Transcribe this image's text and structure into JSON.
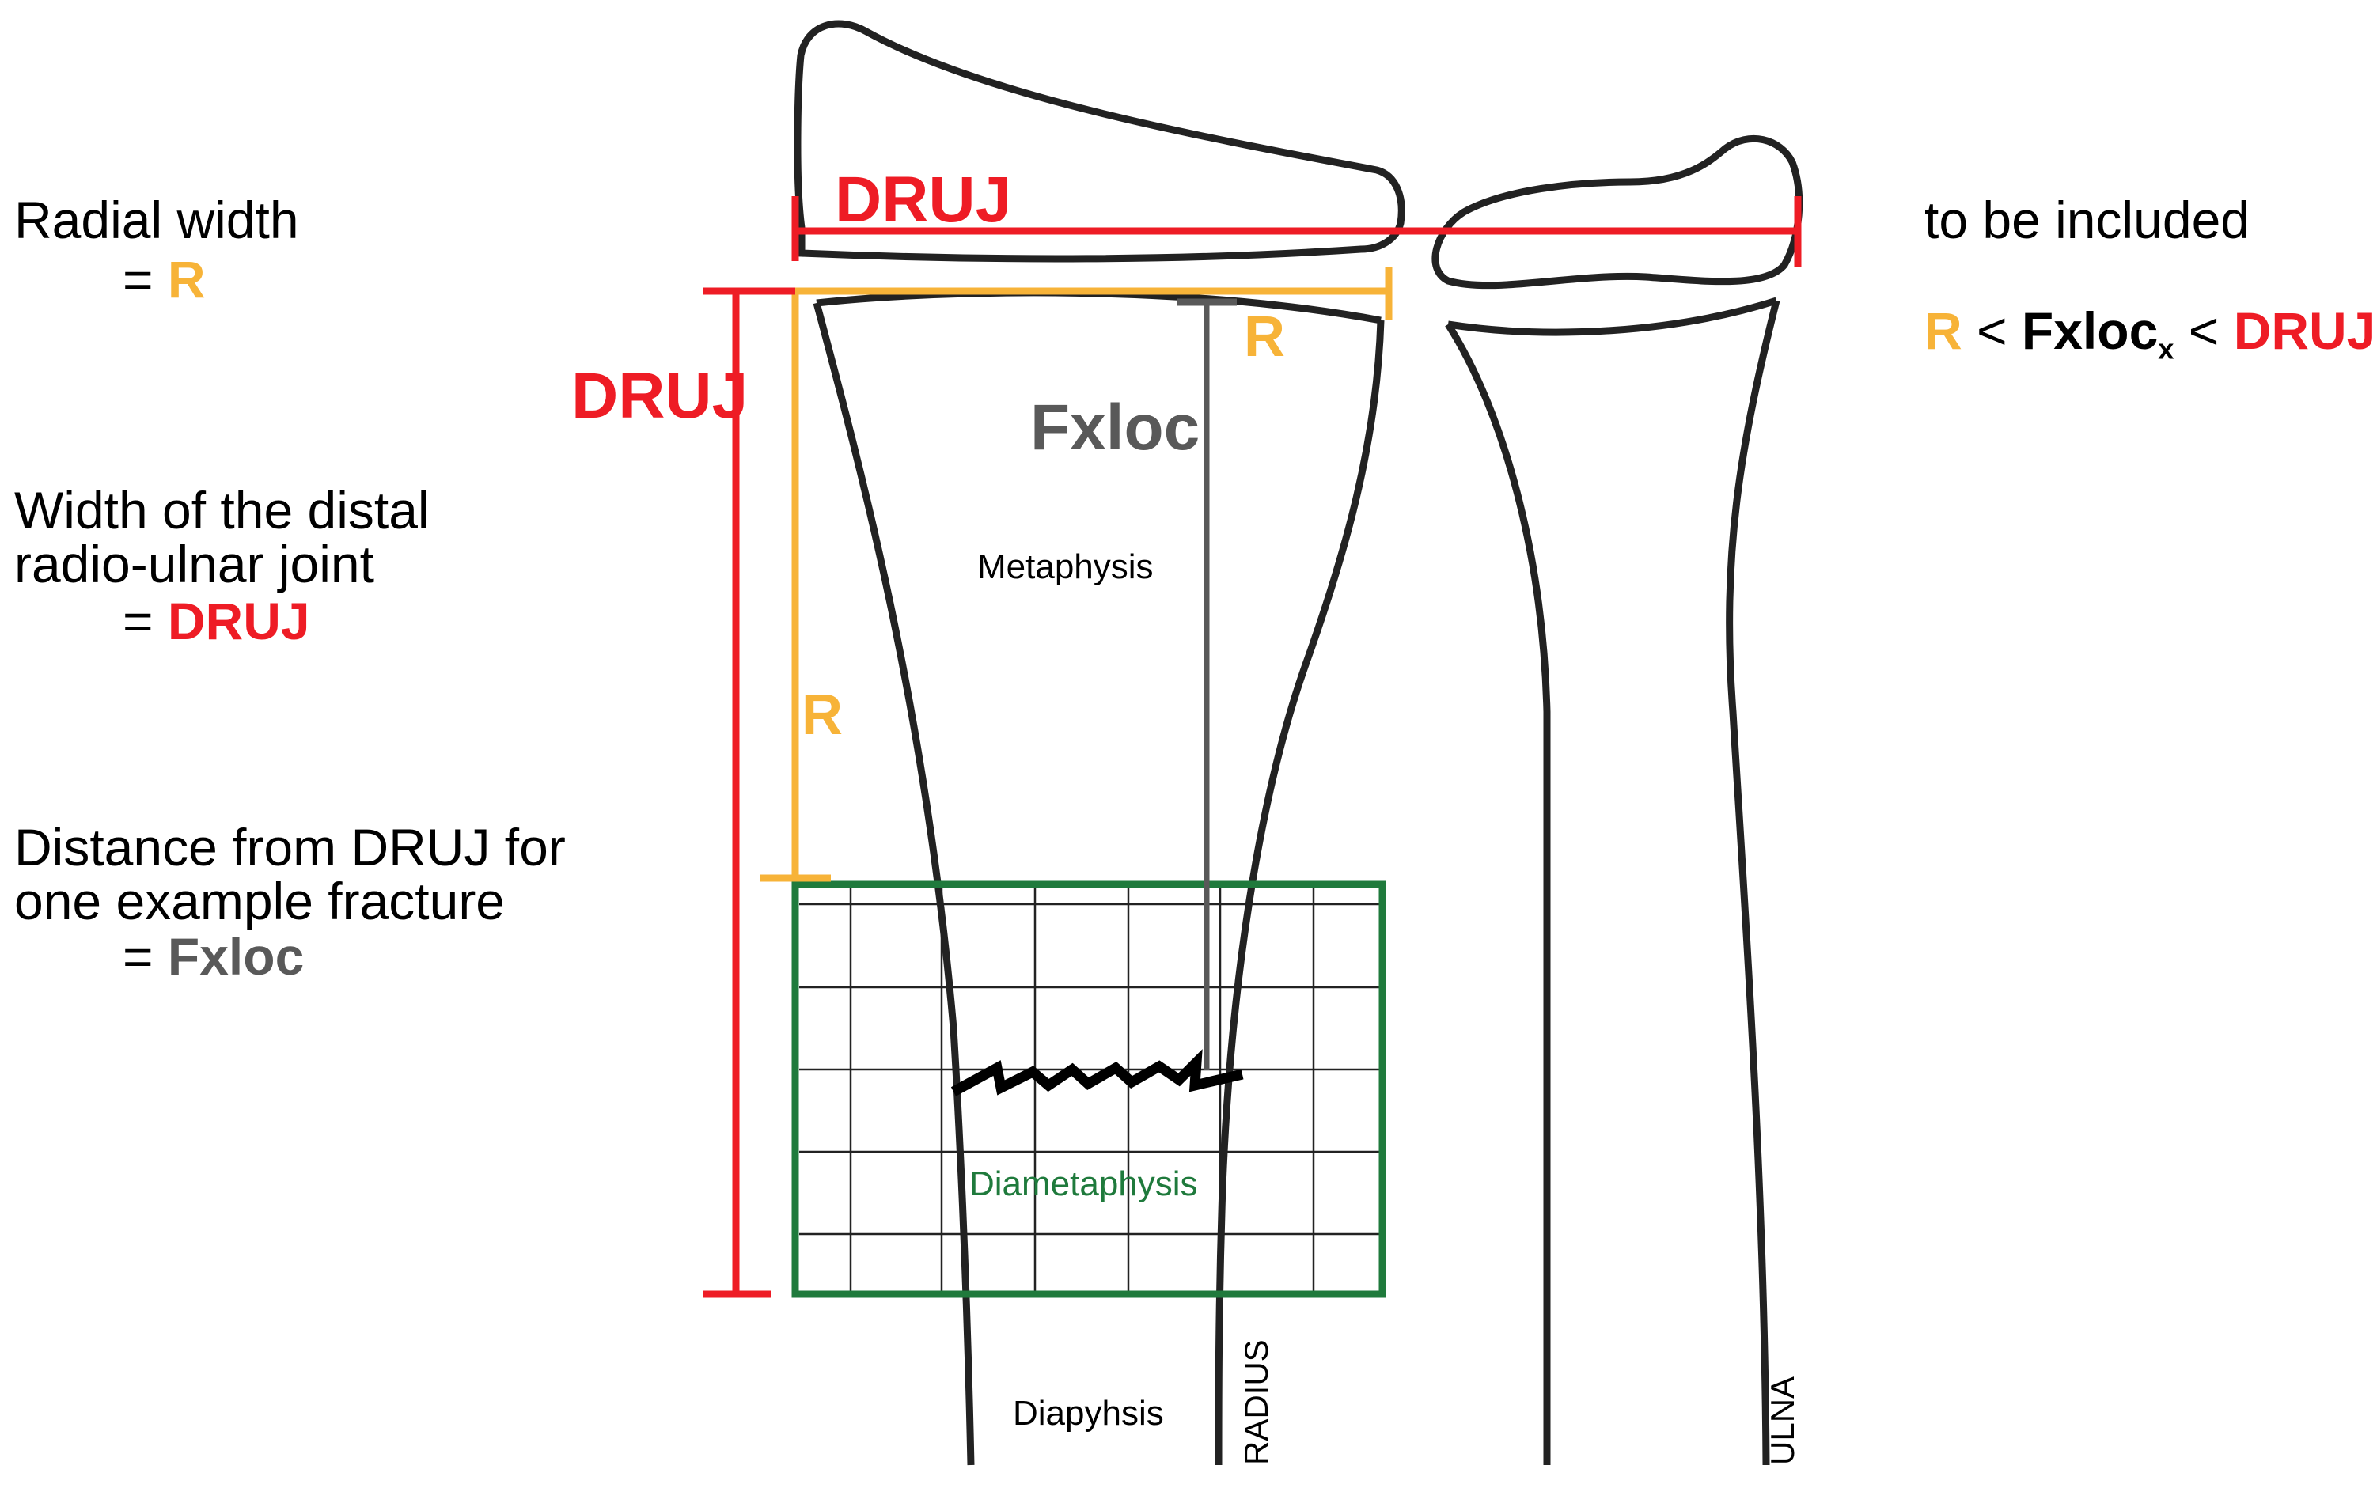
{
  "left_labels": {
    "radial_width": {
      "text": "Radial width",
      "eq": "= ",
      "value": "R"
    },
    "druj_width": {
      "line1": "Width of the distal",
      "line2": "radio-ulnar joint",
      "eq": "= ",
      "value": "DRUJ"
    },
    "fxloc": {
      "line1": "Distance from DRUJ for",
      "line2": "one example fracture",
      "eq": "= ",
      "value": "Fxloc"
    }
  },
  "right_labels": {
    "criterion_title": "to be included",
    "criterion": {
      "r": "R",
      "lt1": " < ",
      "fx": "Fxloc",
      "sub": "x",
      "lt2": " < ",
      "druj": "DRUJ"
    }
  },
  "diagram": {
    "top_druj": "DRUJ",
    "side_druj": "DRUJ",
    "top_r": "R",
    "side_r": "R",
    "fxloc": "Fxloc",
    "metaphysis": "Metaphysis",
    "diametaphysis": "Diametaphysis",
    "diaphysis": "Diapyhsis",
    "radius": "RADIUS",
    "ulna": "ULNA"
  },
  "colors": {
    "druj": "#ee1c25",
    "r": "#f7b338",
    "fxloc": "#595959",
    "diametaphysis": "#1f7a3c",
    "bone_outline": "#222222"
  }
}
